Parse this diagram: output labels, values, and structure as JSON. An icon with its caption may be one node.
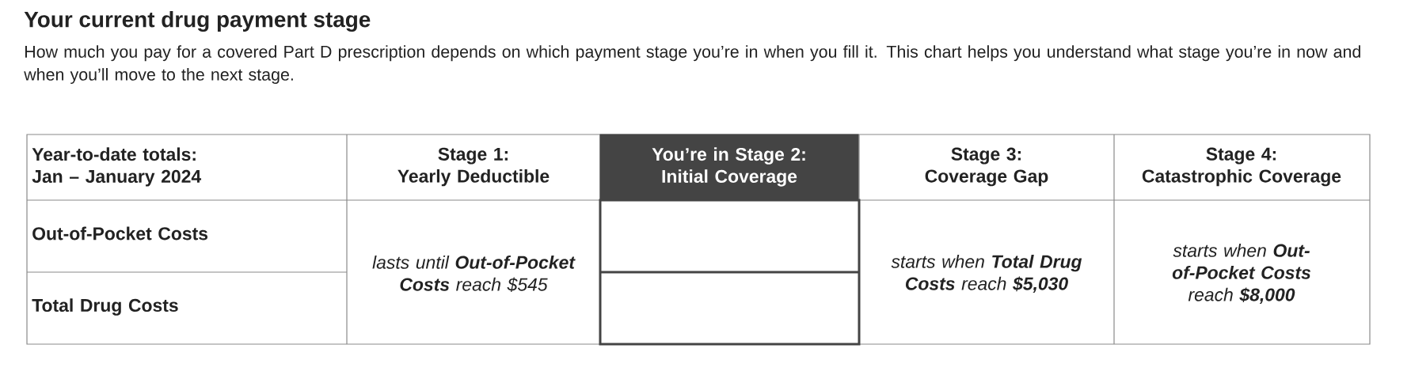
{
  "diagram": {
    "title": "Your current drug payment stage",
    "labels": [
      "How much you pay for a covered Part D prescription depends on which payment stage you’re in when you fill it. This chart helps you understand what stage you’re in now and when you’ll move to the next stage.",
      "Year-to-date totals: Jan – January 2024",
      "Stage 1: Yearly Deductible",
      "You’re in Stage 2: Initial Coverage",
      "Stage 3: Coverage Gap",
      "Stage 4: Catastrophic Coverage",
      "Out-of-Pocket Costs",
      "lasts until **Out-of-Pocket Costs** reach $545",
      "starts when **Total Drug Costs** reach **$5,030**",
      "starts when **Out-of-Pocket Costs** reach **$8,000**",
      "Total Drug Costs"
    ]
  }
}
